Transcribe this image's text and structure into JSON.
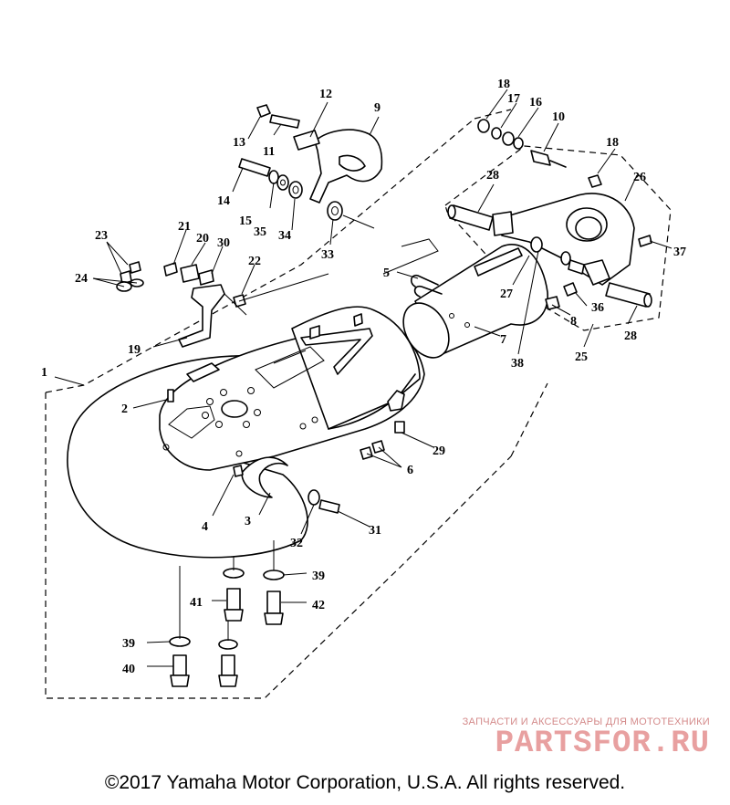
{
  "diagram": {
    "callouts": [
      "1",
      "2",
      "3",
      "4",
      "5",
      "6",
      "7",
      "8",
      "9",
      "10",
      "11",
      "12",
      "13",
      "14",
      "15",
      "16",
      "17",
      "18",
      "18",
      "19",
      "20",
      "21",
      "22",
      "23",
      "24",
      "25",
      "26",
      "27",
      "28",
      "28",
      "29",
      "30",
      "31",
      "32",
      "33",
      "34",
      "35",
      "36",
      "37",
      "38",
      "39",
      "39",
      "40",
      "41",
      "42"
    ]
  },
  "watermark": {
    "tagline": "ЗАПЧАСТИ И АКСЕССУАРЫ ДЛЯ МОТОТЕХНИКИ",
    "logo_text": "PARTSFOR.RU",
    "color": "#e8a0a0"
  },
  "footer": {
    "copyright": "©2017 Yamaha Motor Corporation, U.S.A. All rights reserved."
  }
}
